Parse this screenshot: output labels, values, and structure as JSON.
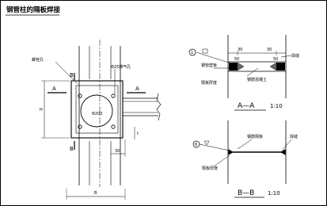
{
  "title": "钢管柱的隔板焊接",
  "left_view": {
    "section_mark_a": "A",
    "section_mark_b": "B",
    "bolt_label": "螺栓孔",
    "hole_label": "Φ25排气孔",
    "center_label": "Φ200",
    "dim_h": "H",
    "dim_b": "B",
    "dim_30": "30",
    "dim_t": "t"
  },
  "section_aa": {
    "title": "A—A",
    "scale": "1:10",
    "callout": "1",
    "dims": [
      "30",
      "30",
      "50",
      "50"
    ],
    "labels": {
      "left_upper": "钢管壁板",
      "left_lower": "隔板厚度",
      "middle": "钢筋混凝土",
      "right": "焊缝"
    }
  },
  "section_bb": {
    "title": "B—B",
    "scale": "1:10",
    "callout": "6",
    "labels": {
      "middle": "钢筋隔板",
      "right": "焊缝",
      "left": "隔板厚度"
    }
  },
  "colors": {
    "line": "#000000",
    "background": "#ffffff"
  }
}
